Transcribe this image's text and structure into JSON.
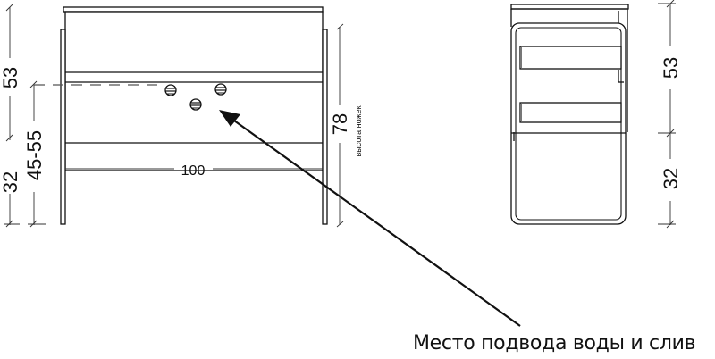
{
  "diagram": {
    "front_view": {
      "dimensions": {
        "upper_height": "53",
        "lower_height": "32",
        "connection_height": "45-55",
        "width": "100",
        "leg_height": "78",
        "leg_height_label": "высота ножек"
      }
    },
    "side_view": {
      "dimensions": {
        "upper_height": "53",
        "lower_height": "32"
      }
    },
    "callout": {
      "label": "Место подвода воды и слив"
    },
    "colors": {
      "line": "#111111",
      "background": "#ffffff",
      "dash": "#555555"
    }
  }
}
